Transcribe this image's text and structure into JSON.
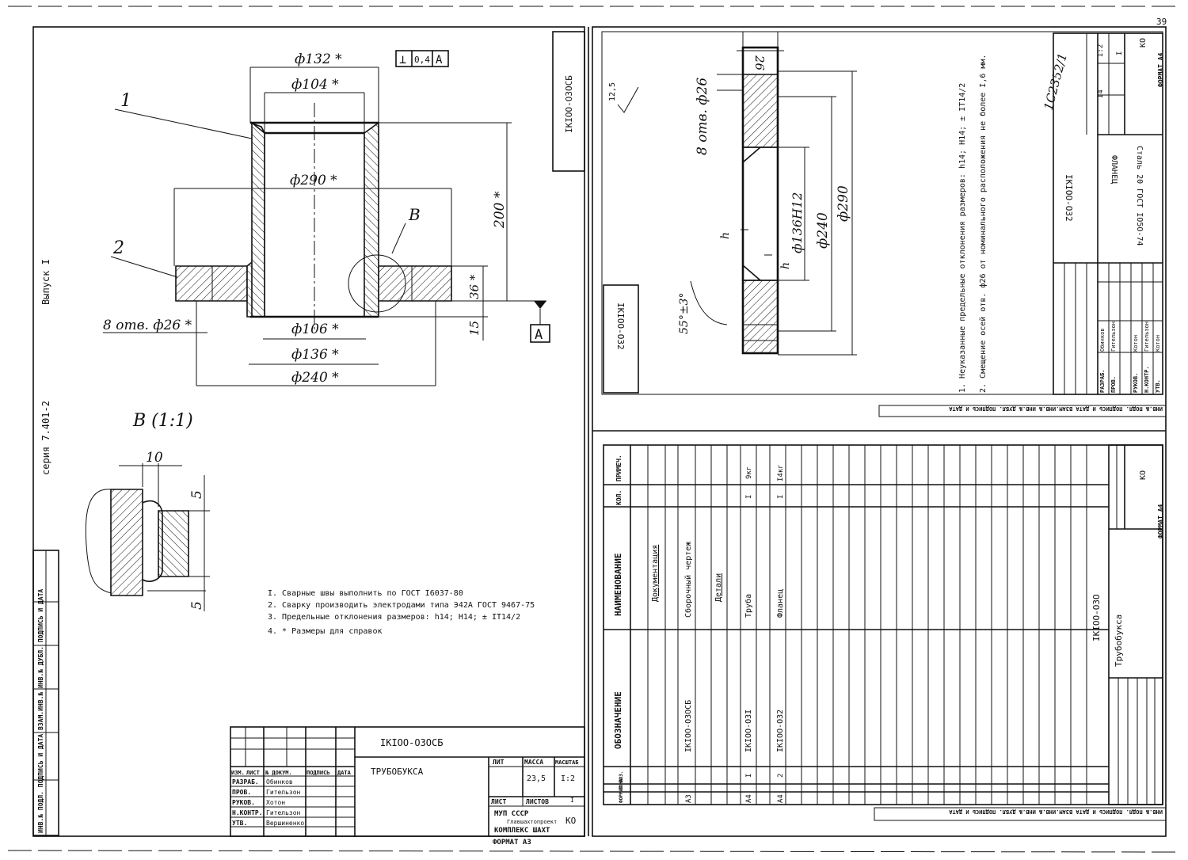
{
  "sheet": {
    "page_number": "39",
    "series": "серия 7.401-2",
    "issue": "Выпуск I",
    "left_stamp": [
      "ИНВ.№ ПОДЛ.",
      "ПОДПИСЬ И ДАТА",
      "ВЗАМ.ИНВ.№",
      "ИНВ.№ ДУБЛ.",
      "ПОДПИСЬ И ДАТА"
    ],
    "side_stamp_text": "ИНВ.№ ПОДЛ. ПОДПИСЬ И ДАТА ВЗАМ.ИНВ.№ ИНВ.№ ДУБЛ. ПОДПИСЬ И ДАТА",
    "archive_no": "1С2352/1"
  },
  "assembly": {
    "code_box": "IКIОО-ОЗОСБ",
    "leaders": [
      "1",
      "2",
      "B"
    ],
    "dims": {
      "d132": "ф132 *",
      "d104": "ф104 *",
      "d290": "ф290 *",
      "d106": "ф106 *",
      "d136": "ф136 *",
      "d240": "ф240 *",
      "h200": "200 *",
      "h36": "36 *",
      "h15": "15",
      "holes": "8 отв. ф26 *"
    },
    "tolerance": {
      "symbol": "⊥",
      "value": "0,4",
      "datum": "A"
    },
    "datum_label": "A",
    "detail_title": "В (1:1)",
    "detail_dims": {
      "w10": "10",
      "h5a": "5",
      "h5b": "5"
    },
    "notes": [
      "I. Сварные швы выполнить по ГОСТ I6037-80",
      "2. Сварку производить электродами типа Э42А ГОСТ 9467-75",
      "3. Предельные отклонения размеров: h14; H14; ± IT14/2",
      "4. * Размеры для справок"
    ],
    "title_block": {
      "code": "IКIОО-ОЗОСБ",
      "name": "ТРУБОБУКСА",
      "header": [
        "ИЗМ.",
        "ЛИСТ",
        "№ ДОКУМ.",
        "ПОДПИСЬ",
        "ДАТА"
      ],
      "rows": [
        {
          "role": "РАЗРАБ.",
          "person": "Обинков"
        },
        {
          "role": "ПРОВ.",
          "person": "Гительзон"
        },
        {
          "role": "РУКОВ.",
          "person": "Хотон"
        },
        {
          "role": "Н.КОНТР.",
          "person": "Гительзон"
        },
        {
          "role": "УТВ.",
          "person": "Вершиненко"
        }
      ],
      "lit": "ЛИТ",
      "mass": "МАССА",
      "scale": "МАСШТАБ",
      "mass_value": "23,5",
      "scale_value": "I:2",
      "sheet": "ЛИСТ",
      "sheets": "ЛИСТОВ",
      "sheets_value": "I",
      "org": [
        "МУП СССР",
        "Главшахтопроект",
        "КОМПЛЕКС ШАХТ"
      ],
      "org_code": "КО",
      "format": "ФОРМАТ А3"
    }
  },
  "flange": {
    "code_box": "IКIОО-О32",
    "roughness": "12,5",
    "dims": {
      "t26": "26",
      "holes": "8 отв. ф26",
      "d136": "ф136H12",
      "d240": "ф240",
      "d290": "ф290",
      "chamfer": "55°±3°",
      "k1": "h",
      "k2": "h"
    },
    "notes": [
      "1. Неуказанные предельные отклонения размеров: h14; H14; ± IT14/2",
      "2. Смещение осей отв. ф26 от номинального расположения не более I,6 мм."
    ],
    "title_block": {
      "code": "IКIОО-О32",
      "name": "ФЛАНЕЦ",
      "material": "Сталь 20 ГОСТ IО5О-74",
      "rows": [
        {
          "role": "РАЗРАБ.",
          "person": "Обинков"
        },
        {
          "role": "ПРОВ.",
          "person": "Гительзон"
        },
        {
          "role": "РУКОВ.",
          "person": "Котон"
        },
        {
          "role": "Н.КОНТР.",
          "person": "Гительзон"
        },
        {
          "role": "УТВ.",
          "person": "Котон"
        }
      ],
      "mass_value": "I4",
      "scale_value": "I:2",
      "sheets_value": "I",
      "org_code": "КО",
      "format": "ФОРМАТ А4"
    }
  },
  "spec": {
    "columns": [
      "ФОРМАТ",
      "ЗОНА",
      "ПОЗ.",
      "ОБОЗНАЧЕНИЕ",
      "НАИМЕНОВАНИЕ",
      "КОЛ.",
      "ПРИМЕЧ."
    ],
    "rows": [
      {
        "fmt": "",
        "zone": "",
        "pos": "",
        "code": "",
        "name": "Документация",
        "qty": "",
        "note": "",
        "underline": true
      },
      {
        "fmt": "А3",
        "zone": "",
        "pos": "",
        "code": "IКIОО-ОЗОСБ",
        "name": "Сборочный чертеж",
        "qty": "",
        "note": "",
        "underline": false
      },
      {
        "fmt": "",
        "zone": "",
        "pos": "",
        "code": "",
        "name": "Детали",
        "qty": "",
        "note": "",
        "underline": true
      },
      {
        "fmt": "А4",
        "zone": "",
        "pos": "I",
        "code": "IКIОО-ОЗI",
        "name": "Труба",
        "qty": "I",
        "note": "9кг",
        "underline": false
      },
      {
        "fmt": "А4",
        "zone": "",
        "pos": "2",
        "code": "IКIОО-О32",
        "name": "Фланец",
        "qty": "I",
        "note": "I4кг",
        "underline": false
      }
    ],
    "title_block": {
      "code": "IКIОО-ОЗО",
      "name": "Трубобукса",
      "org_code": "КО",
      "format": "ФОРМАТ А4"
    }
  }
}
